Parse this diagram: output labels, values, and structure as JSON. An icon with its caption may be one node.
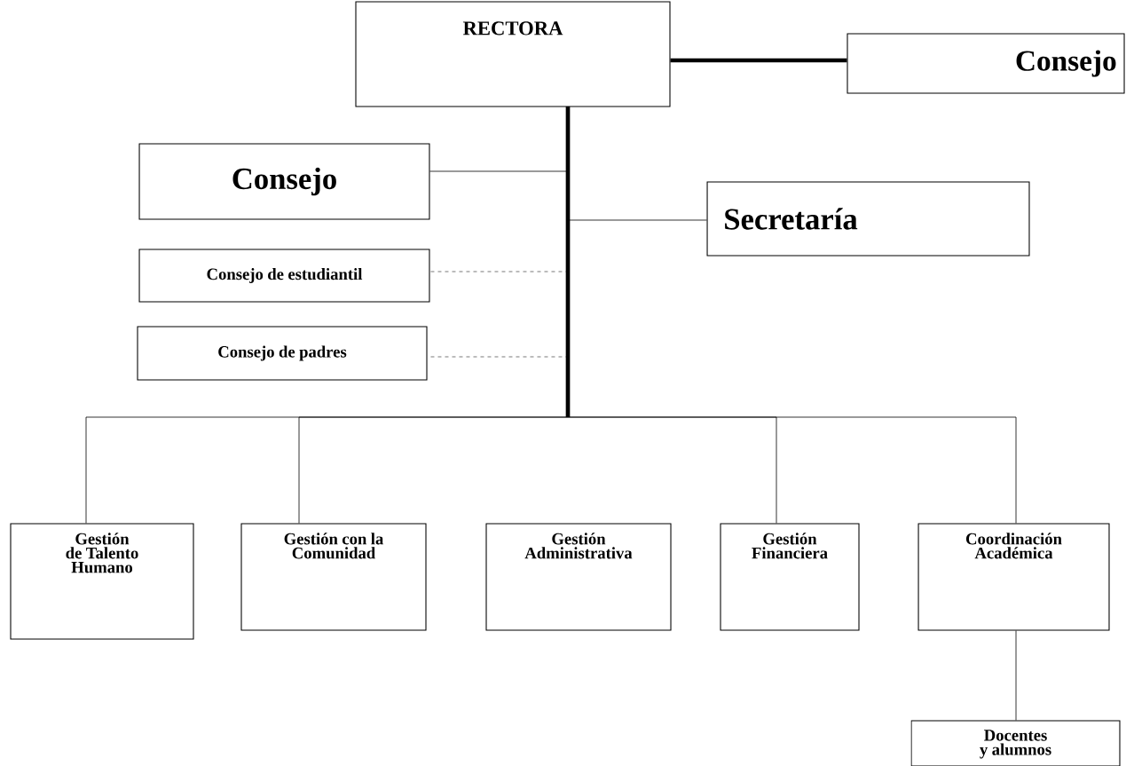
{
  "diagram": {
    "nodes": [
      {
        "text": [
          "RECTORA"
        ]
      },
      {
        "text": [
          "Consejo"
        ]
      },
      {
        "text": [
          "Consejo"
        ]
      },
      {
        "text": [
          "Secretaría"
        ]
      },
      {
        "text": [
          "Consejo de estudiantil"
        ]
      },
      {
        "text": [
          "Consejo de padres"
        ]
      },
      {
        "text": [
          "Gestión de Talento Humano"
        ]
      },
      {
        "text": [
          "Gestión con la Comunidad"
        ]
      },
      {
        "text": [
          "Gestión Administrativa"
        ]
      },
      {
        "text": [
          "Gestión Financiera"
        ]
      },
      {
        "text": [
          "Coordinación Académica"
        ]
      },
      {
        "text": [
          "Docentes y alumnos"
        ]
      }
    ],
    "edges": [
      {
        "from": 0,
        "to": 1,
        "arrow": "none",
        "style": "thick"
      },
      {
        "from": 0,
        "to": 2,
        "arrow": "none"
      },
      {
        "from": 0,
        "to": 3,
        "arrow": "none"
      },
      {
        "from": 0,
        "to": 4,
        "arrow": "none",
        "style": "dashed"
      },
      {
        "from": 0,
        "to": 5,
        "arrow": "none",
        "style": "dashed"
      },
      {
        "from": 0,
        "to": 6,
        "arrow": "none"
      },
      {
        "from": 0,
        "to": 7,
        "arrow": "none"
      },
      {
        "from": 0,
        "to": 9,
        "arrow": "none"
      },
      {
        "from": 0,
        "to": 10,
        "arrow": "none"
      },
      {
        "from": 10,
        "to": 11,
        "arrow": "none"
      }
    ]
  }
}
